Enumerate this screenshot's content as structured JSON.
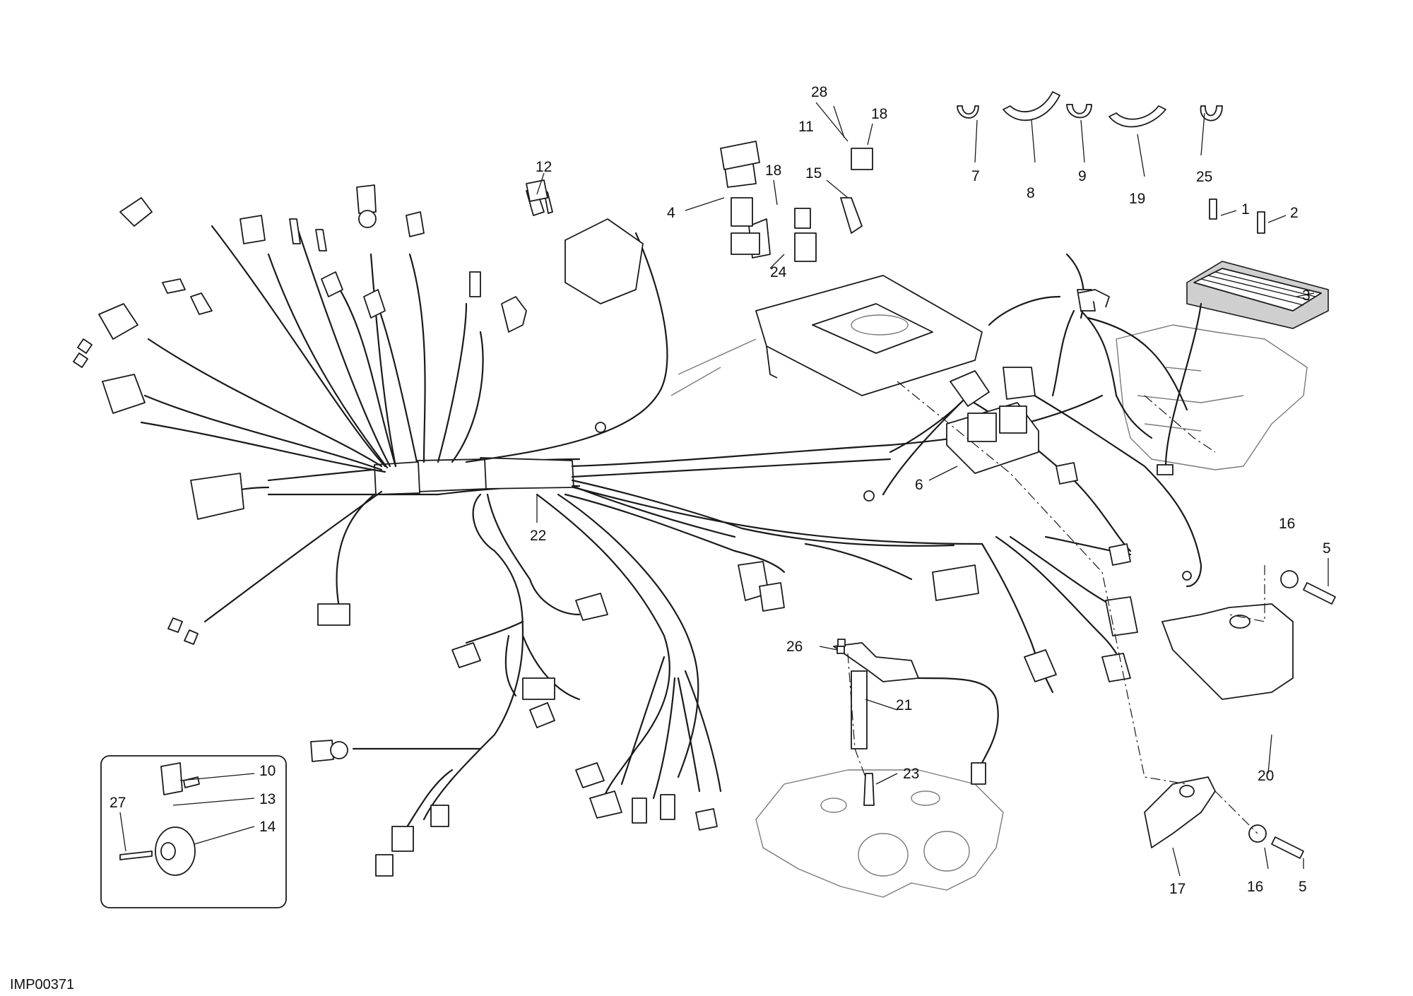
{
  "figure_code": "IMP00371",
  "callouts": {
    "c1": "1",
    "c2": "2",
    "c3": "3",
    "c4": "4",
    "c5a": "5",
    "c5b": "5",
    "c6": "6",
    "c7": "7",
    "c8": "8",
    "c9": "9",
    "c10": "10",
    "c11": "11",
    "c12": "12",
    "c13": "13",
    "c14": "14",
    "c15": "15",
    "c16a": "16",
    "c16b": "16",
    "c17": "17",
    "c18a": "18",
    "c18b": "18",
    "c19": "19",
    "c20": "20",
    "c21": "21",
    "c22": "22",
    "c23": "23",
    "c24": "24",
    "c25": "25",
    "c26": "26",
    "c27": "27",
    "c28": "28"
  },
  "colors": {
    "line": "#1a1a1a",
    "ghost": "#7a7a7a",
    "background": "#ffffff"
  }
}
